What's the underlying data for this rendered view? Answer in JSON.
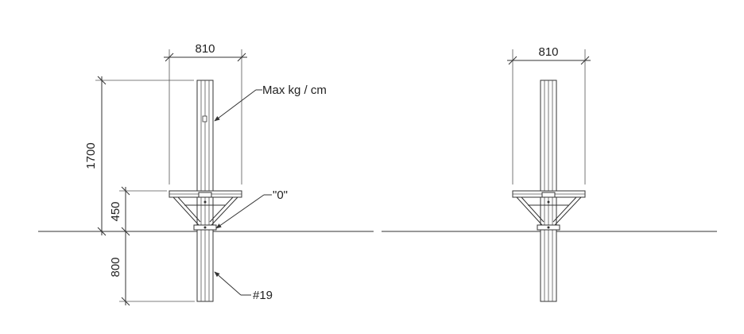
{
  "left_view": {
    "dim_width": "810",
    "dim_total_height": "1700",
    "dim_platform_height": "450",
    "dim_embed_depth": "800",
    "label_max_load": "Max kg / cm",
    "label_zero": "\"0\"",
    "label_post_number": "#19"
  },
  "right_view": {
    "dim_width": "810"
  }
}
